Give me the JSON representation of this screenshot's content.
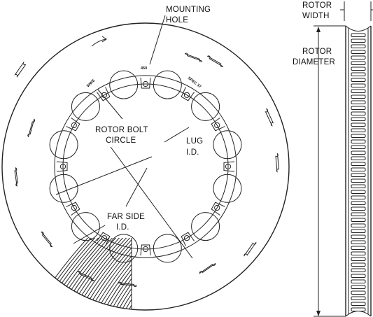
{
  "labels": {
    "mounting_hole": [
      "MOUNTING",
      "HOLE"
    ],
    "rotor_bolt_circle": [
      "ROTOR BOLT",
      "CIRCLE"
    ],
    "lug_id": [
      "LUG",
      "I.D."
    ],
    "far_side_id": [
      "FAR SIDE",
      "I.D."
    ],
    "rotor_width": [
      "ROTOR",
      "WIDTH"
    ],
    "rotor_diameter": [
      "ROTOR",
      "DIAMETER"
    ]
  },
  "stamps": {
    "top": "450",
    "left": "WWE",
    "right": "SPEC 37"
  },
  "colors": {
    "line": "#222222",
    "background": "#ffffff",
    "text": "#111111"
  },
  "icons": {
    "rotation": "arrow-right-icon"
  }
}
